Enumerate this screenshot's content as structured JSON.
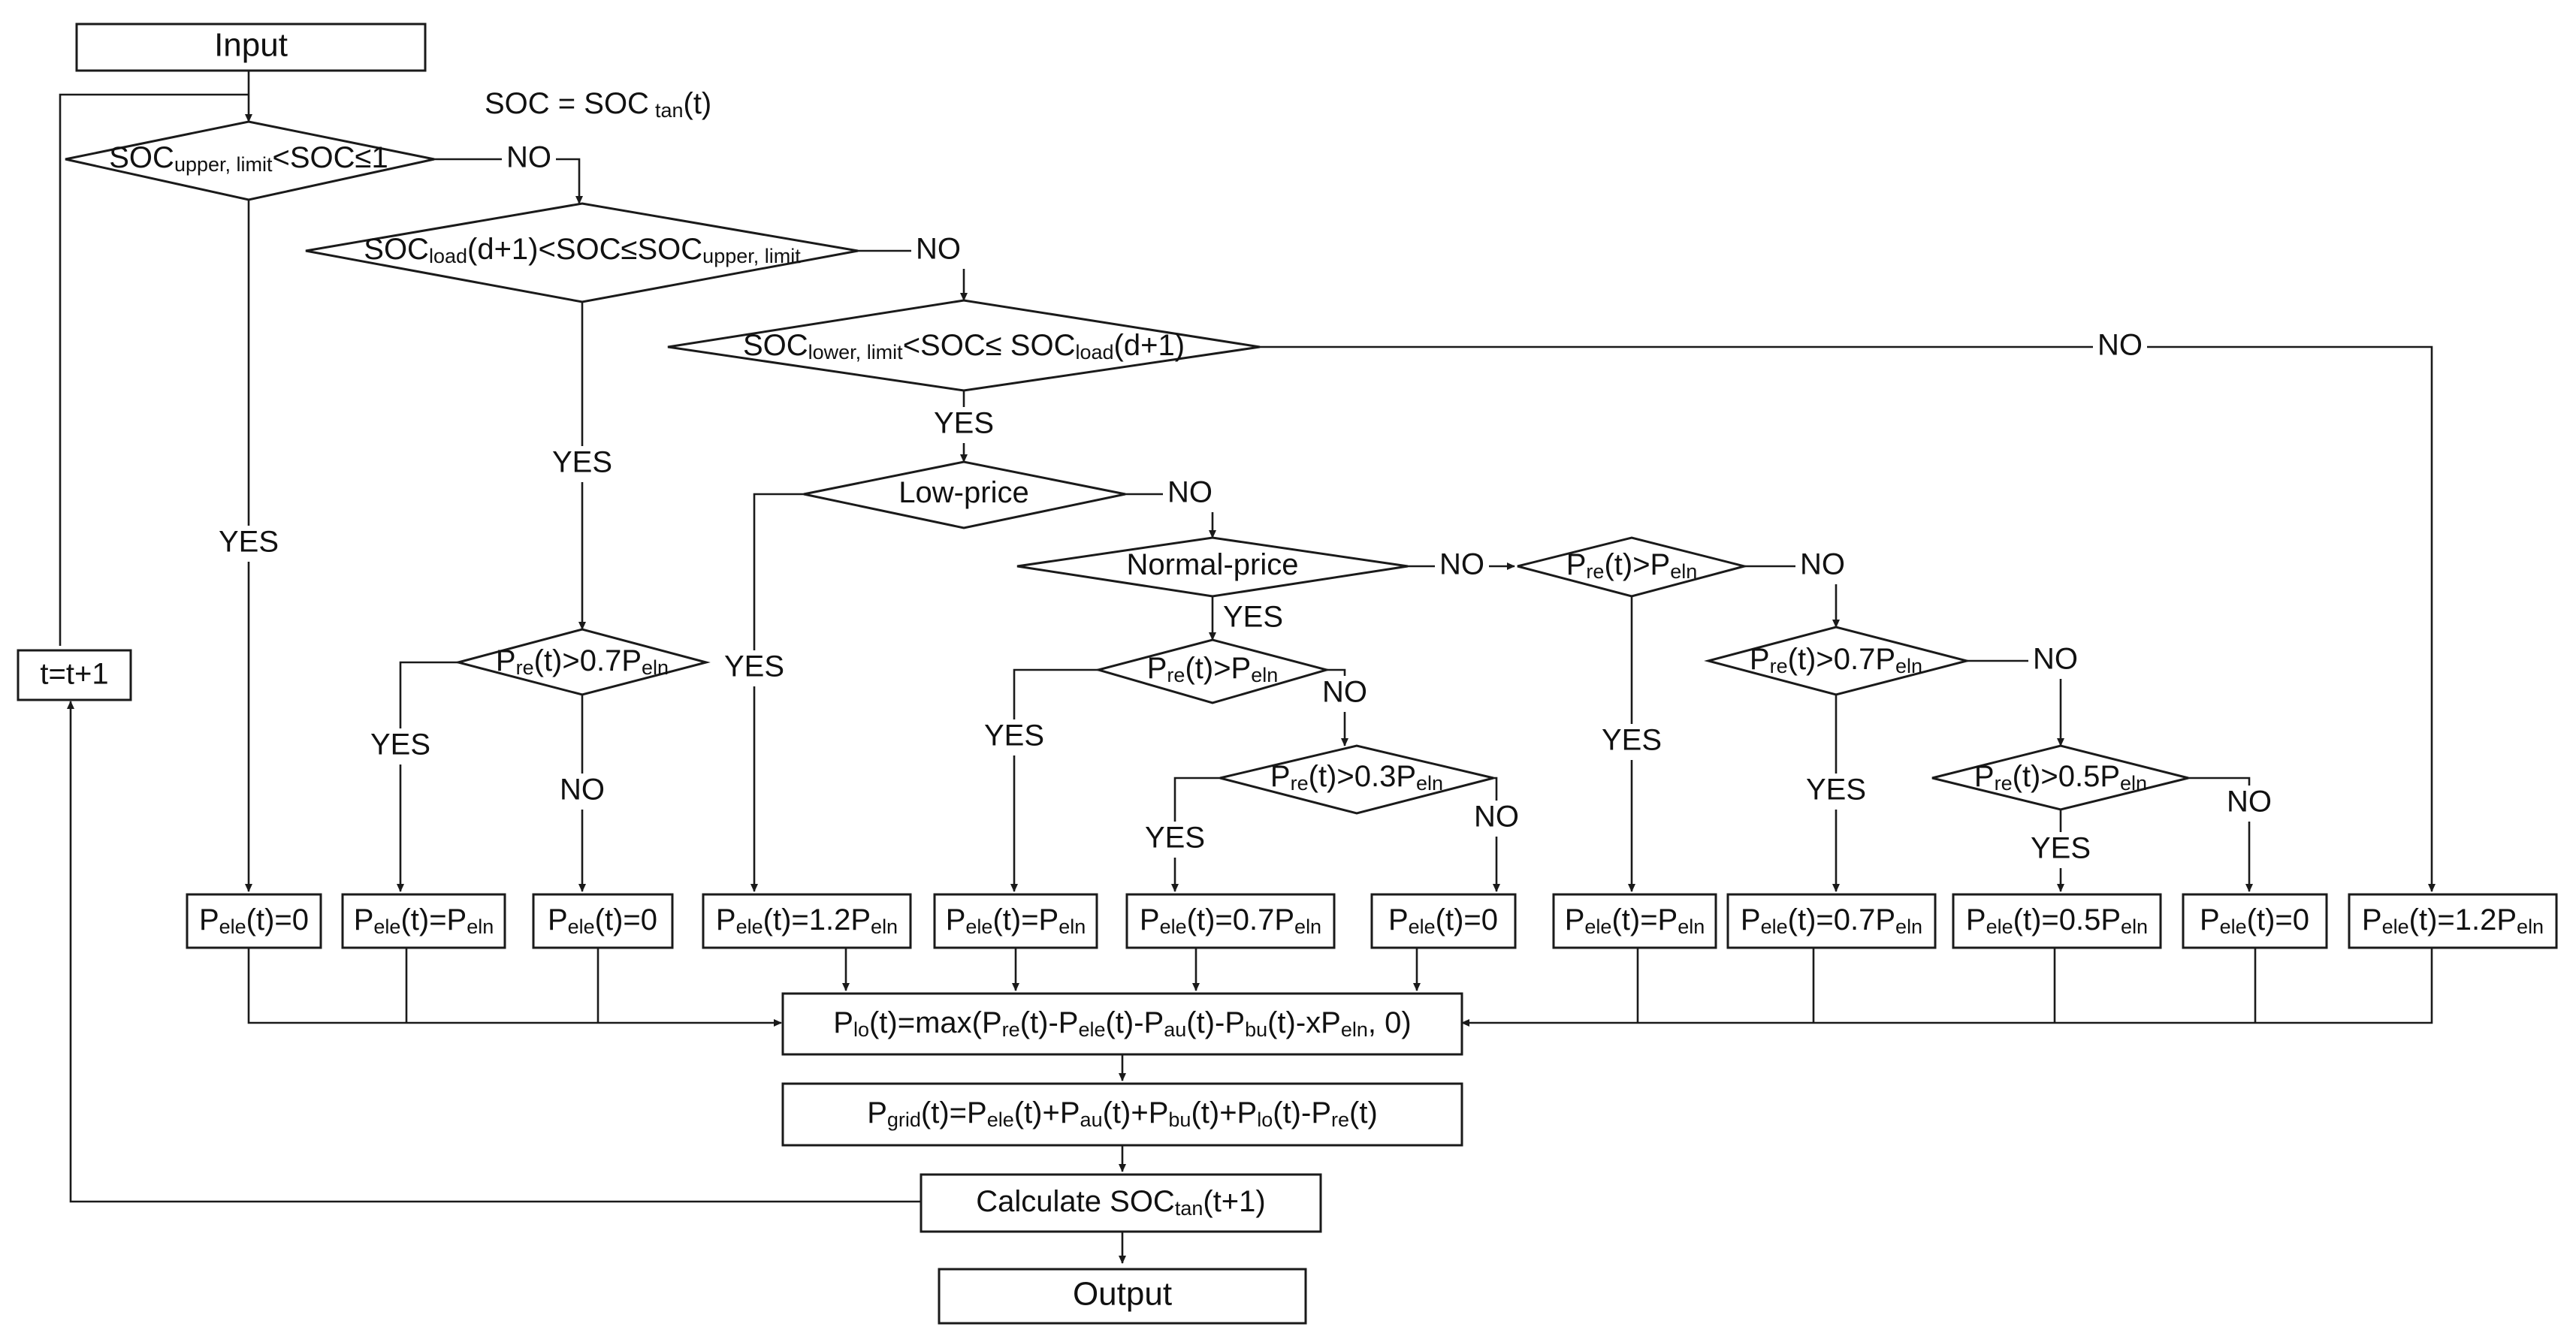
{
  "input": "Input",
  "output": "Output",
  "note": {
    "base": "SOC = SOC",
    "sub": "tan",
    "tail": "(t)"
  },
  "increment": "t=t+1",
  "labels": {
    "yes": "YES",
    "no": "NO"
  },
  "decisions": {
    "d1": [
      {
        "t": "SOC"
      },
      {
        "t": "upper, limit",
        "s": 1
      },
      {
        "t": "<SOC≤1"
      }
    ],
    "d2": [
      {
        "t": "SOC"
      },
      {
        "t": "load",
        "s": 1
      },
      {
        "t": "(d+1)<SOC≤SOC"
      },
      {
        "t": "upper, limit",
        "s": 1
      }
    ],
    "d3": [
      {
        "t": "SOC"
      },
      {
        "t": "lower, limit",
        "s": 1
      },
      {
        "t": "<SOC≤ SOC"
      },
      {
        "t": "load",
        "s": 1
      },
      {
        "t": "(d+1)"
      }
    ],
    "low": [
      {
        "t": "Low-price"
      }
    ],
    "normal": [
      {
        "t": "Normal-price"
      }
    ],
    "a07": [
      {
        "t": "P"
      },
      {
        "t": "re",
        "s": 1
      },
      {
        "t": "(t)>0.7P"
      },
      {
        "t": "eln",
        "s": 1
      }
    ],
    "b1": [
      {
        "t": "P"
      },
      {
        "t": "re",
        "s": 1
      },
      {
        "t": "(t)>P"
      },
      {
        "t": "eln",
        "s": 1
      }
    ],
    "b03": [
      {
        "t": "P"
      },
      {
        "t": "re",
        "s": 1
      },
      {
        "t": "(t)>0.3P"
      },
      {
        "t": "eln",
        "s": 1
      }
    ],
    "c1": [
      {
        "t": "P"
      },
      {
        "t": "re",
        "s": 1
      },
      {
        "t": "(t)>P"
      },
      {
        "t": "eln",
        "s": 1
      }
    ],
    "c07": [
      {
        "t": "P"
      },
      {
        "t": "re",
        "s": 1
      },
      {
        "t": "(t)>0.7P"
      },
      {
        "t": "eln",
        "s": 1
      }
    ],
    "c05": [
      {
        "t": "P"
      },
      {
        "t": "re",
        "s": 1
      },
      {
        "t": "(t)>0.5P"
      },
      {
        "t": "eln",
        "s": 1
      }
    ]
  },
  "outcomes": [
    [
      {
        "t": "P"
      },
      {
        "t": "ele",
        "s": 1
      },
      {
        "t": "(t)=0"
      }
    ],
    [
      {
        "t": "P"
      },
      {
        "t": "ele",
        "s": 1
      },
      {
        "t": "(t)=P"
      },
      {
        "t": "eln",
        "s": 1
      }
    ],
    [
      {
        "t": "P"
      },
      {
        "t": "ele",
        "s": 1
      },
      {
        "t": "(t)=0"
      }
    ],
    [
      {
        "t": "P"
      },
      {
        "t": "ele",
        "s": 1
      },
      {
        "t": "(t)=1.2P"
      },
      {
        "t": "eln",
        "s": 1
      }
    ],
    [
      {
        "t": "P"
      },
      {
        "t": "ele",
        "s": 1
      },
      {
        "t": "(t)=P"
      },
      {
        "t": "eln",
        "s": 1
      }
    ],
    [
      {
        "t": "P"
      },
      {
        "t": "ele",
        "s": 1
      },
      {
        "t": "(t)=0.7P"
      },
      {
        "t": "eln",
        "s": 1
      }
    ],
    [
      {
        "t": "P"
      },
      {
        "t": "ele",
        "s": 1
      },
      {
        "t": "(t)=0"
      }
    ],
    [
      {
        "t": "P"
      },
      {
        "t": "ele",
        "s": 1
      },
      {
        "t": "(t)=P"
      },
      {
        "t": "eln",
        "s": 1
      }
    ],
    [
      {
        "t": "P"
      },
      {
        "t": "ele",
        "s": 1
      },
      {
        "t": "(t)=0.7P"
      },
      {
        "t": "eln",
        "s": 1
      }
    ],
    [
      {
        "t": "P"
      },
      {
        "t": "ele",
        "s": 1
      },
      {
        "t": "(t)=0.5P"
      },
      {
        "t": "eln",
        "s": 1
      }
    ],
    [
      {
        "t": "P"
      },
      {
        "t": "ele",
        "s": 1
      },
      {
        "t": "(t)=0"
      }
    ],
    [
      {
        "t": "P"
      },
      {
        "t": "ele",
        "s": 1
      },
      {
        "t": "(t)=1.2P"
      },
      {
        "t": "eln",
        "s": 1
      }
    ]
  ],
  "plo": [
    {
      "t": "P"
    },
    {
      "t": "lo",
      "s": 1
    },
    {
      "t": "(t)=max(P"
    },
    {
      "t": "re",
      "s": 1
    },
    {
      "t": "(t)-P"
    },
    {
      "t": "ele",
      "s": 1
    },
    {
      "t": "(t)-P"
    },
    {
      "t": "au",
      "s": 1
    },
    {
      "t": "(t)-P"
    },
    {
      "t": "bu",
      "s": 1
    },
    {
      "t": "(t)-xP"
    },
    {
      "t": "eln",
      "s": 1
    },
    {
      "t": ", 0)"
    }
  ],
  "pgrid": [
    {
      "t": "P"
    },
    {
      "t": "grid",
      "s": 1
    },
    {
      "t": "(t)=P"
    },
    {
      "t": "ele",
      "s": 1
    },
    {
      "t": "(t)+P"
    },
    {
      "t": "au",
      "s": 1
    },
    {
      "t": "(t)+P"
    },
    {
      "t": "bu",
      "s": 1
    },
    {
      "t": "(t)+P"
    },
    {
      "t": "lo",
      "s": 1
    },
    {
      "t": "(t)-P"
    },
    {
      "t": "re",
      "s": 1
    },
    {
      "t": "(t)"
    }
  ],
  "calc": [
    {
      "t": "Calculate SOC"
    },
    {
      "t": "tan",
      "s": 1
    },
    {
      "t": "(t+1)"
    }
  ]
}
